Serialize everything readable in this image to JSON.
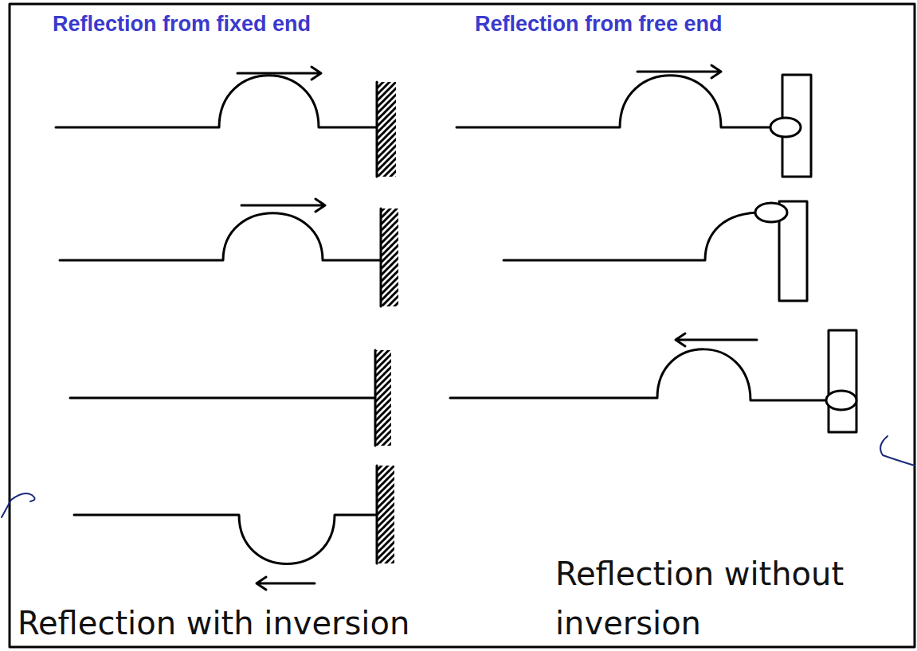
{
  "diagram": {
    "labels": [
      "Reflection from fixed end",
      "Reflection from free end",
      "Reflection with inversion",
      "Reflection without inversion"
    ]
  }
}
